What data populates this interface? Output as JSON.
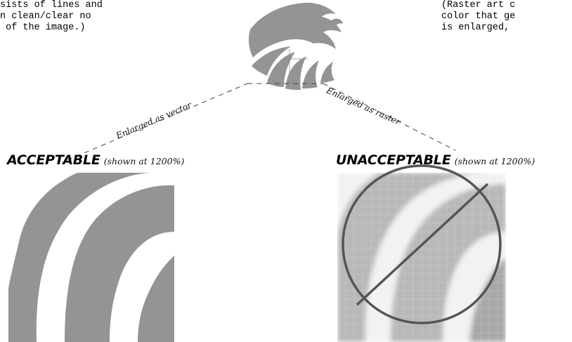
{
  "descriptions": {
    "vector_lines": [
      "sists of lines and",
      "n clean/clear no",
      " of the image.)"
    ],
    "raster_lines": [
      "(Raster art c",
      "color that ge",
      "is enlarged,"
    ]
  },
  "paths": {
    "vector_label": "Enlarged as vector",
    "raster_label": "Enlarged as raster"
  },
  "acceptable": {
    "title": "ACCEPTABLE",
    "note": "(shown at 1200%)"
  },
  "unacceptable": {
    "title": "UNACCEPTABLE",
    "note": "(shown at 1200%)"
  },
  "colors": {
    "art_gray": "#949494",
    "raster_light": "#cfcfcf",
    "prohibition_stroke": "#555555"
  },
  "icons": {
    "logo": "eagle-head-icon",
    "prohibited": "prohibition-sign-icon"
  }
}
